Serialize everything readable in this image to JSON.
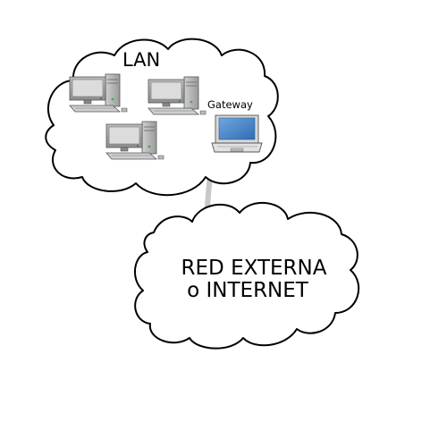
{
  "lan": {
    "label": "LAN"
  },
  "gateway": {
    "label": "Gateway"
  },
  "internet": {
    "line1": "RED EXTERNA",
    "line2": "o INTERNET"
  },
  "colors": {
    "outline": "#000000",
    "background": "#ffffff",
    "link": "#c8c8c8",
    "screen_blue": "#3e7fc4",
    "computer_gray": "#9e9e9e"
  },
  "icons": {
    "computers": [
      "desktop-computer-icon",
      "desktop-computer-icon",
      "desktop-computer-icon"
    ],
    "gateway": "laptop-icon"
  }
}
